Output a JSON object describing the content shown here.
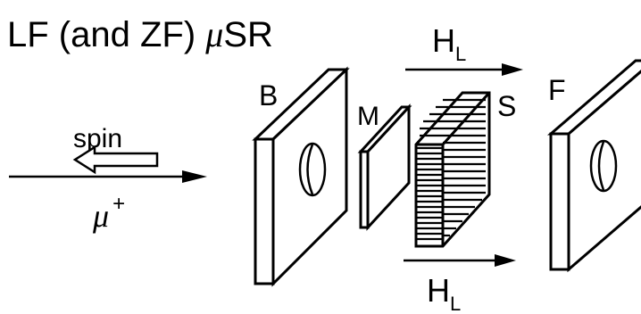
{
  "title": {
    "prefix": "LF (and ZF) ",
    "mu": "μ",
    "suffix": "SR"
  },
  "beam": {
    "spin_label": "spin",
    "particle": "μ",
    "charge": "+"
  },
  "components": {
    "B": "B",
    "M": "M",
    "S": "S",
    "F": "F"
  },
  "field": {
    "top": {
      "symbol": "H",
      "subscript": "L"
    },
    "bottom": {
      "symbol": "H",
      "subscript": "L"
    }
  }
}
